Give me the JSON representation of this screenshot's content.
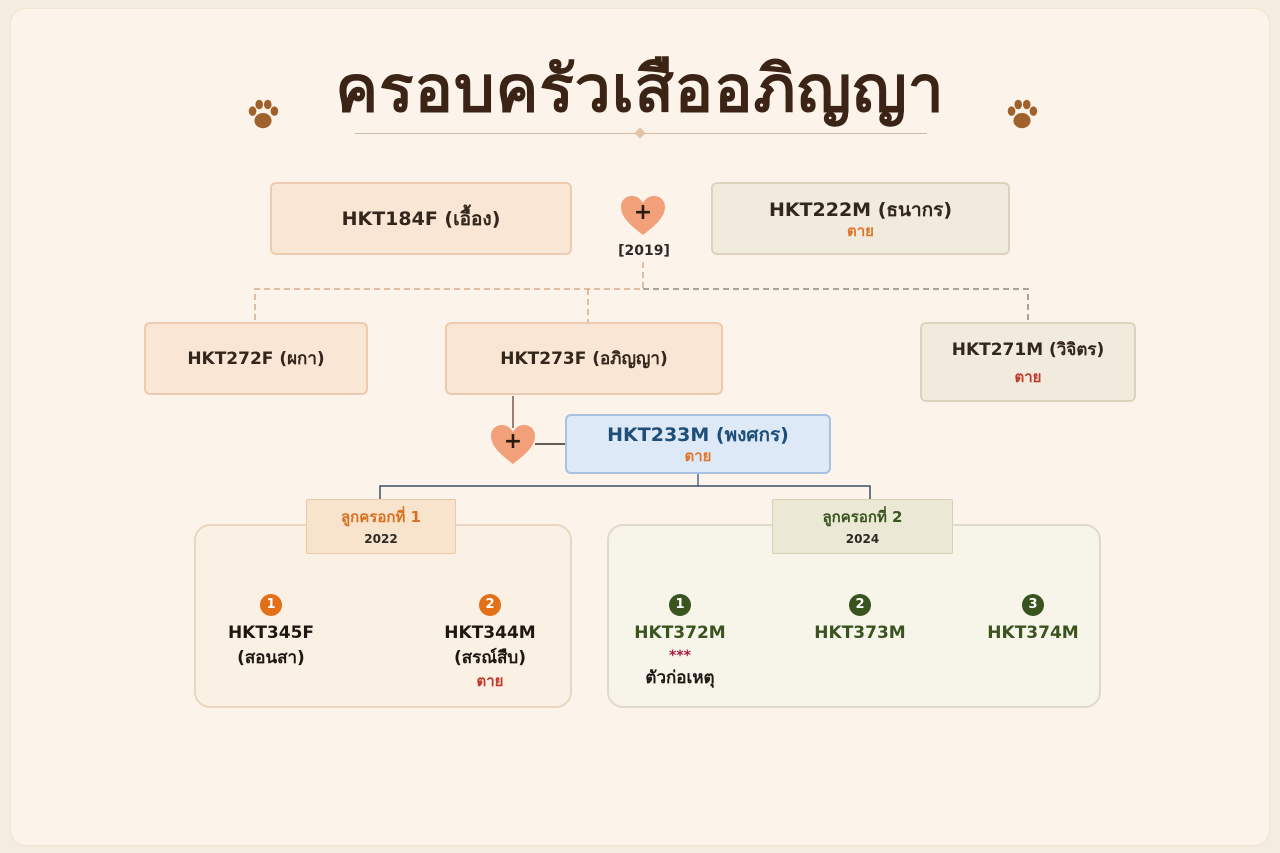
{
  "title": "ครอบครัวเสืออภิญญา",
  "parents": {
    "mother": {
      "label": "HKT184F (เอื้อง)"
    },
    "father": {
      "label": "HKT222M (ธนากร)",
      "status": "ตาย"
    },
    "year": "[2019]"
  },
  "children_gen1": [
    {
      "label": "HKT272F (ผกา)"
    },
    {
      "label": "HKT273F (อภิญญา)"
    },
    {
      "label": "HKT271M (วิจิตร)",
      "status": "ตาย"
    }
  ],
  "partner": {
    "label": "HKT233M (พงศกร)",
    "status": "ตาย"
  },
  "litters": [
    {
      "label": "ลูกครอกที่ 1",
      "year": "2022",
      "kids": [
        {
          "num": "1",
          "id": "HKT345F",
          "name": "(สอนสา)"
        },
        {
          "num": "2",
          "id": "HKT344M",
          "name": "(สรณ์สืบ)",
          "status": "ตาย"
        }
      ]
    },
    {
      "label": "ลูกครอกที่ 2",
      "year": "2024",
      "kids": [
        {
          "num": "1",
          "id": "HKT372M",
          "mark": "***",
          "note": "ตัวก่อเหตุ"
        },
        {
          "num": "2",
          "id": "HKT373M"
        },
        {
          "num": "3",
          "id": "HKT374M"
        }
      ]
    }
  ],
  "heart_symbol": "+",
  "colors": {
    "female_box": "#f9e6d4",
    "male_box": "#f0ebdd",
    "partner_box": "#dde9f7",
    "dead": "#c0392b",
    "litter1_accent": "#e36f17",
    "litter2_accent": "#3a5420",
    "heart": "#f2a07a"
  },
  "icons": [
    "paw-icon",
    "heart-icon"
  ]
}
